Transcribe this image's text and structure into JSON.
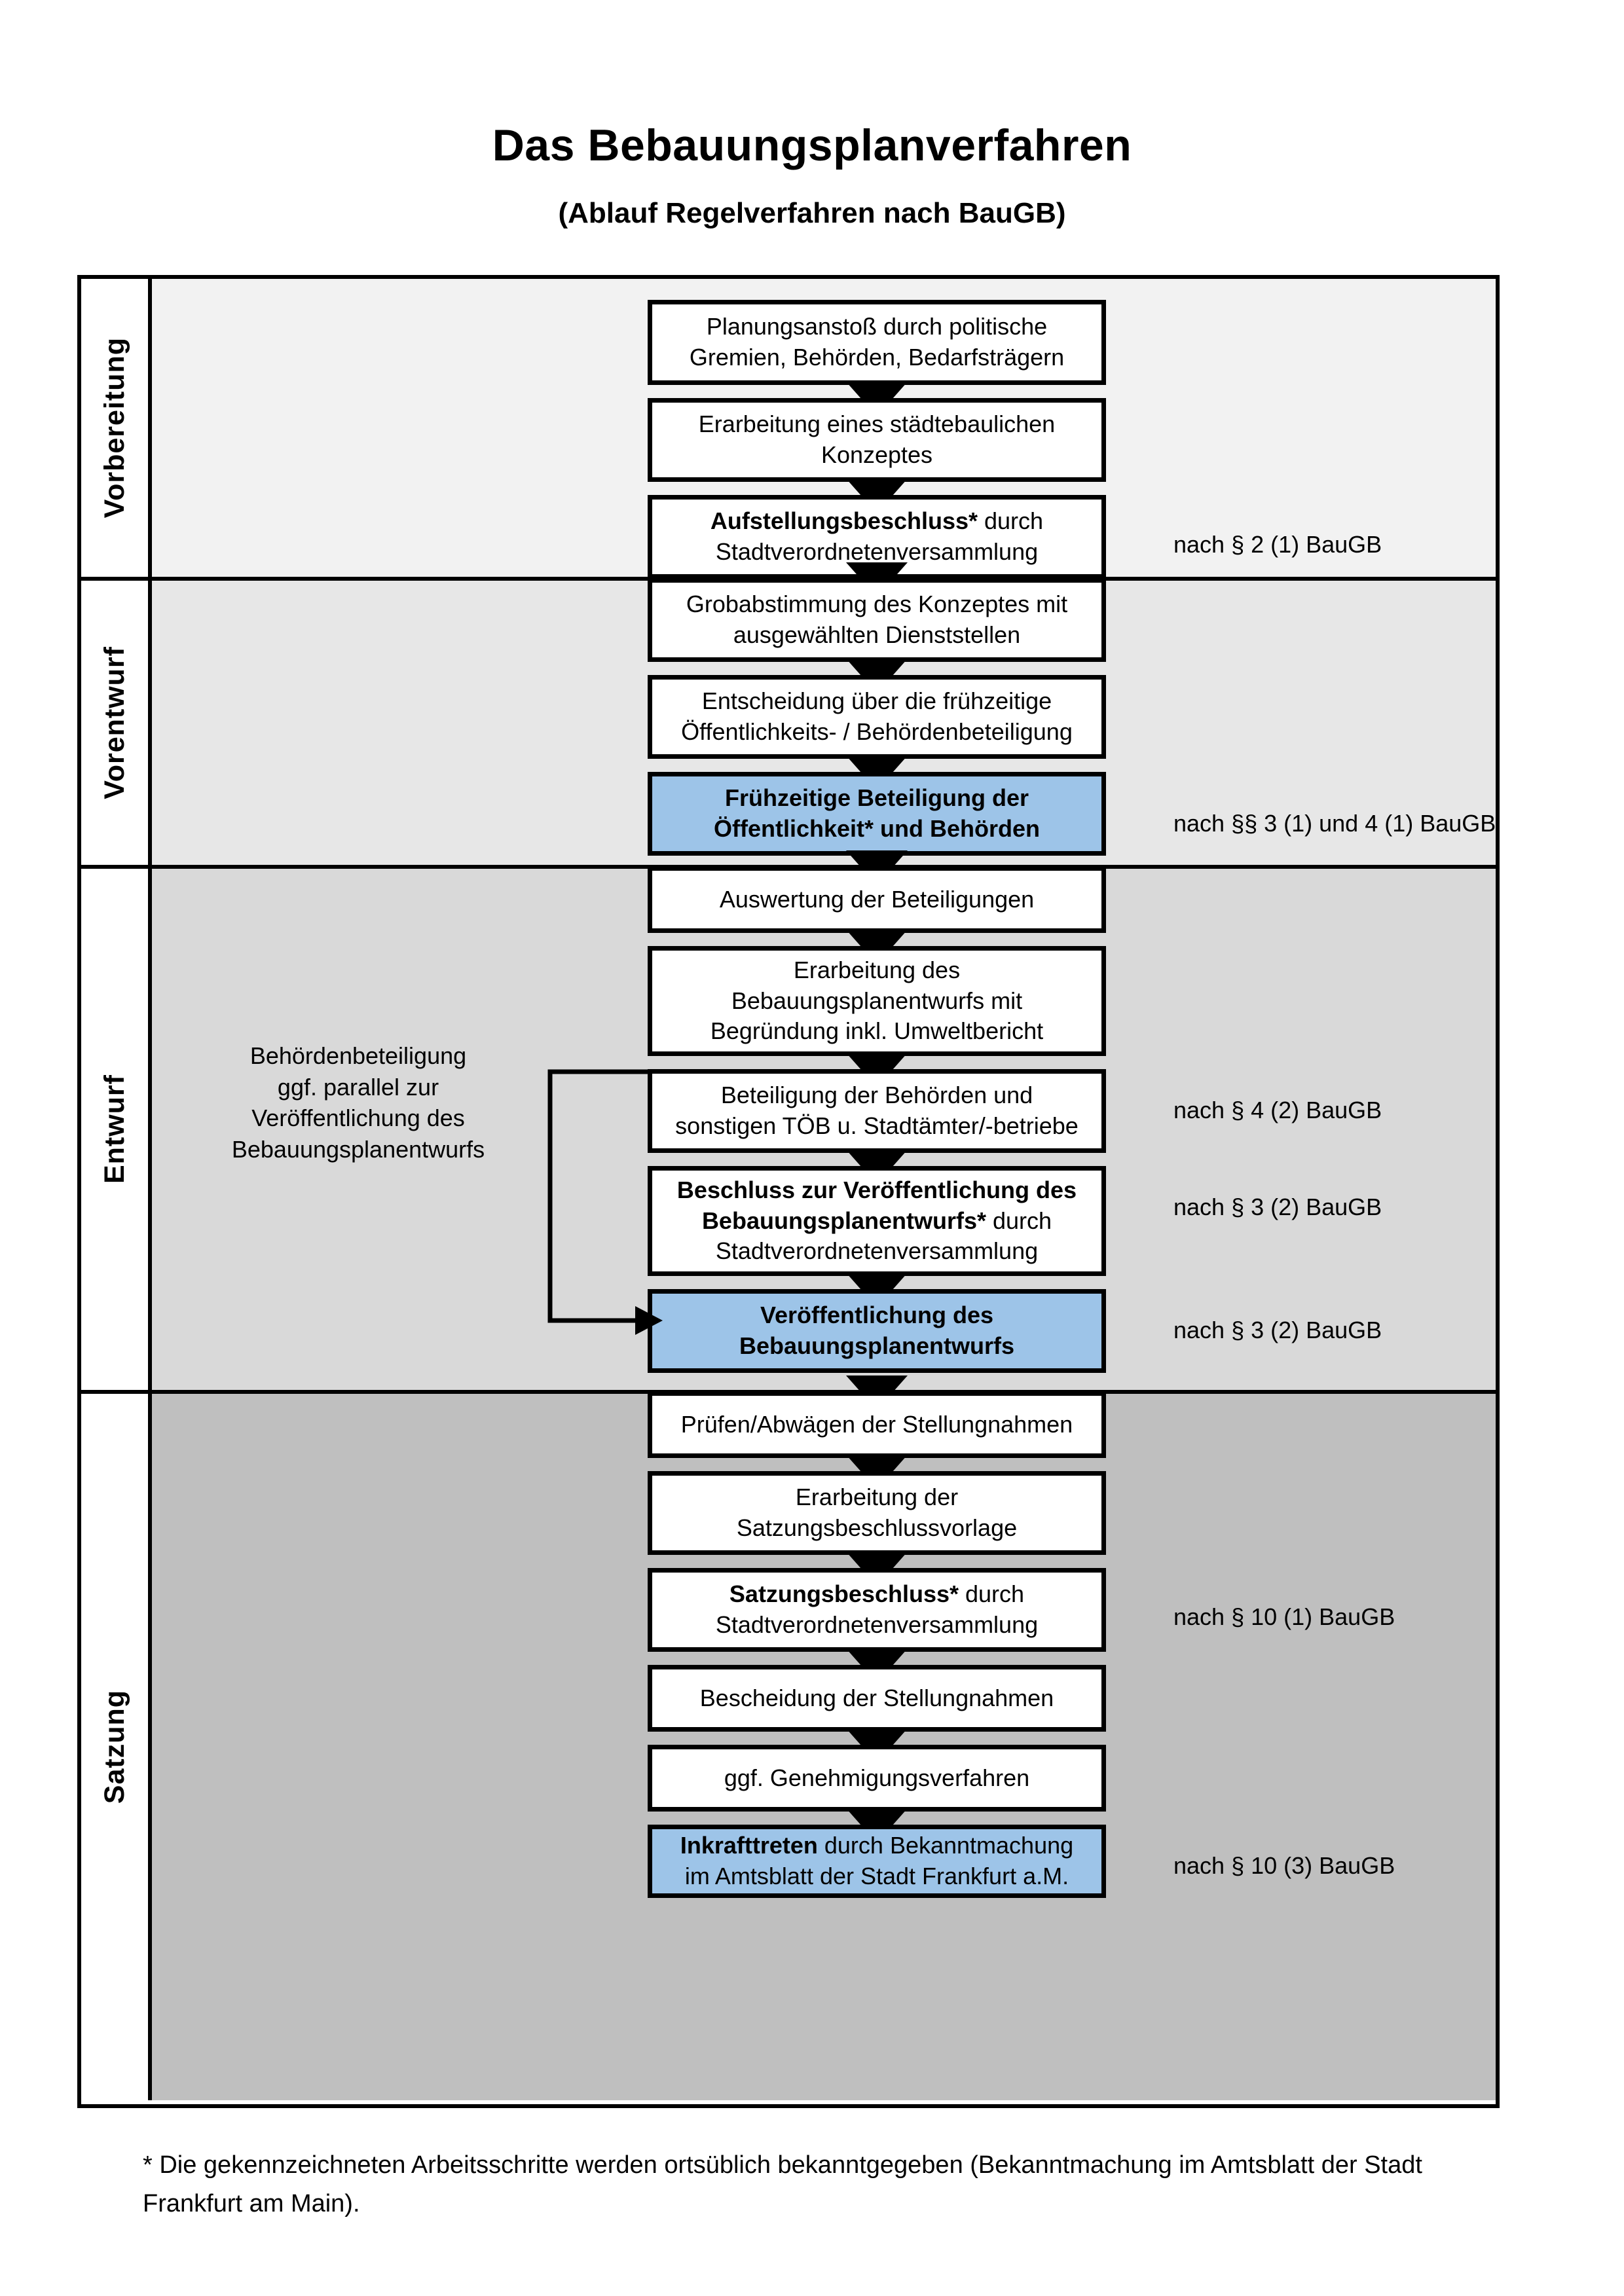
{
  "header": {
    "title": "Das Bebauungsplanverfahren",
    "subtitle": "(Ablauf Regelverfahren nach BauGB)"
  },
  "bands": [
    {
      "label": "Vorbereitung"
    },
    {
      "label": "Vorentwurf"
    },
    {
      "label": "Entwurf"
    },
    {
      "label": "Satzung"
    }
  ],
  "nodes": {
    "n1": {
      "line1": "Planungsanstoß durch politische",
      "line2": "Gremien, Behörden, Bedarfsträgern"
    },
    "n2": {
      "line1": "Erarbeitung eines städtebaulichen",
      "line2": "Konzeptes"
    },
    "n3": {
      "bold": "Aufstellungsbeschluss*",
      "rest": " durch",
      "line2": "Stadtverordnetenversammlung"
    },
    "n4": {
      "line1": "Grobabstimmung des Konzeptes mit",
      "line2": "ausgewählten Dienststellen"
    },
    "n5": {
      "line1": "Entscheidung über die frühzeitige",
      "line2": "Öffentlichkeits- / Behördenbeteiligung"
    },
    "n6": {
      "line1": "Frühzeitige Beteiligung der",
      "line2": "Öffentlichkeit* und Behörden"
    },
    "n7": {
      "line1": "Auswertung der Beteiligungen"
    },
    "n8": {
      "line1": "Erarbeitung des",
      "line2": "Bebauungsplanentwurfs mit",
      "line3": "Begründung inkl. Umweltbericht"
    },
    "n9": {
      "line1": "Beteiligung der Behörden und",
      "line2": "sonstigen TÖB u. Stadtämter/-betriebe"
    },
    "n10": {
      "bold1": "Beschluss zur Veröffentlichung des",
      "bold2": "Bebauungsplanentwurfs*",
      "rest": " durch",
      "line3": "Stadtverordnetenversammlung"
    },
    "n11": {
      "line1": "Veröffentlichung des",
      "line2": "Bebauungsplanentwurfs"
    },
    "n12": {
      "line1": "Prüfen/Abwägen der Stellungnahmen"
    },
    "n13": {
      "line1": "Erarbeitung der",
      "line2": "Satzungsbeschlussvorlage"
    },
    "n14": {
      "bold": "Satzungsbeschluss*",
      "rest": " durch",
      "line2": "Stadtverordnetenversammlung"
    },
    "n15": {
      "line1": "Bescheidung der Stellungnahmen"
    },
    "n16": {
      "line1": "ggf. Genehmigungsverfahren"
    },
    "n17": {
      "bold": "Inkrafttreten",
      "rest": " durch Bekanntmachung",
      "line2": "im Amtsblatt der Stadt Frankfurt a.M."
    }
  },
  "legal_refs": {
    "r1": "nach § 2 (1) BauGB",
    "r2": "nach §§ 3 (1) und 4 (1) BauGB",
    "r3": "nach § 4 (2) BauGB",
    "r4": "nach § 3 (2) BauGB",
    "r5": "nach § 3 (2) BauGB",
    "r6": "nach § 10 (1) BauGB",
    "r7": "nach § 10 (3) BauGB"
  },
  "sidenote": {
    "line1": "Behördenbeteiligung",
    "line2": "ggf. parallel zur",
    "line3": "Veröffentlichung des",
    "line4": "Bebauungsplanentwurfs"
  },
  "footnote": {
    "text": "* Die gekennzeichneten Arbeitsschritte werden ortsüblich bekanntgegeben (Bekanntmachung im Amtsblatt  der Stadt Frankfurt am Main)."
  },
  "colors": {
    "highlight_blue": "#9DC4E8",
    "band_vorbereitung": "#F2F2F2",
    "band_vorentwurf": "#E7E7E7",
    "band_entwurf": "#D9D9D9",
    "band_satzung": "#BFBFBF",
    "stroke": "#000000"
  }
}
